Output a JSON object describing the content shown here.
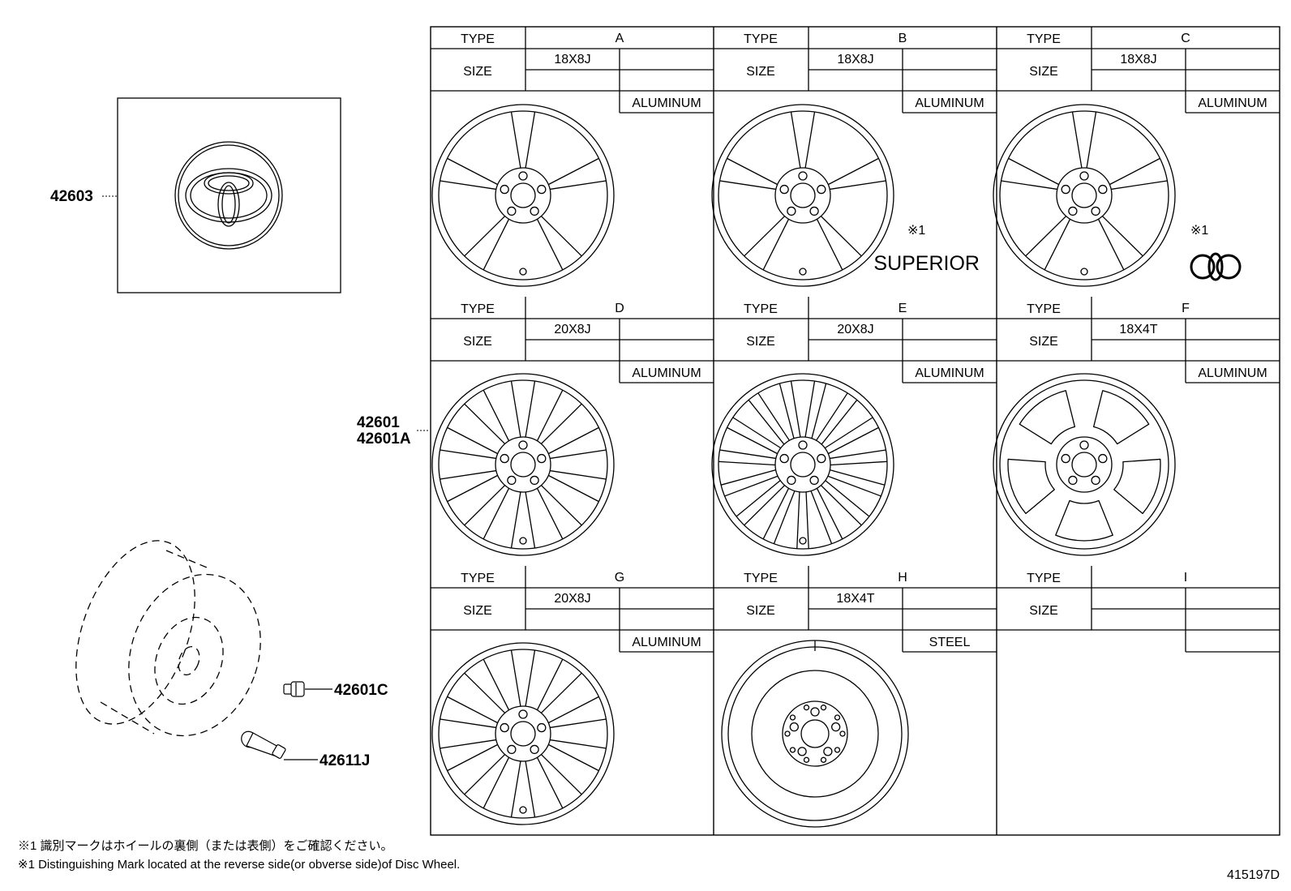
{
  "parts": {
    "emblem": "42603",
    "wheel_main": "42601",
    "wheel_alt": "42601A",
    "cap_nut": "42601C",
    "valve": "42611J"
  },
  "headers": {
    "type": "TYPE",
    "size": "SIZE"
  },
  "wheels": [
    {
      "type": "A",
      "size": "18X8J",
      "material": "ALUMINUM",
      "mark": ""
    },
    {
      "type": "B",
      "size": "18X8J",
      "material": "ALUMINUM",
      "mark": "※1",
      "mark_text": "SUPERIOR"
    },
    {
      "type": "C",
      "size": "18X8J",
      "material": "ALUMINUM",
      "mark": "※1"
    },
    {
      "type": "D",
      "size": "20X8J",
      "material": "ALUMINUM",
      "mark": ""
    },
    {
      "type": "E",
      "size": "20X8J",
      "material": "ALUMINUM",
      "mark": ""
    },
    {
      "type": "F",
      "size": "18X4T",
      "material": "ALUMINUM",
      "mark": ""
    },
    {
      "type": "G",
      "size": "20X8J",
      "material": "ALUMINUM",
      "mark": ""
    },
    {
      "type": "H",
      "size": "18X4T",
      "material": "STEEL",
      "mark": ""
    },
    {
      "type": "I",
      "size": "",
      "material": "",
      "mark": ""
    }
  ],
  "notes": {
    "jp": "※1 識別マークはホイールの裏側（または表側）をご確認ください。",
    "en": "※1 Distinguishing Mark located at the reverse side(or obverse side)of Disc Wheel."
  },
  "ref_number": "415197D"
}
